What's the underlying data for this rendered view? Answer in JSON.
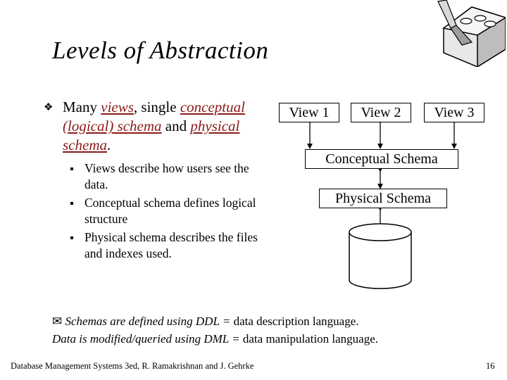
{
  "slide": {
    "title": "Levels of Abstraction",
    "bullet": {
      "prefix": "Many ",
      "views": "views",
      "mid1": ", single ",
      "conceptual": "conceptual (logical) schema",
      "mid2": " and ",
      "physical": "physical schema",
      "suffix": "."
    },
    "sub_bullets": [
      "Views describe how users see the data.",
      "Conceptual schema defines logical structure",
      "Physical schema describes the files and indexes used."
    ],
    "diagram": {
      "views": [
        "View 1",
        "View 2",
        "View 3"
      ],
      "conceptual": "Conceptual Schema",
      "physical": "Physical Schema"
    },
    "note": {
      "line1_italic": "Schemas are defined using DDL = ",
      "line1_plain": "data description language.",
      "line2_italic": "Data is modified/queried using DML = ",
      "line2_plain": "data manipulation language."
    },
    "footer": "Database Management Systems 3ed,  R. Ramakrishnan and J. Gehrke",
    "page_number": "16"
  }
}
